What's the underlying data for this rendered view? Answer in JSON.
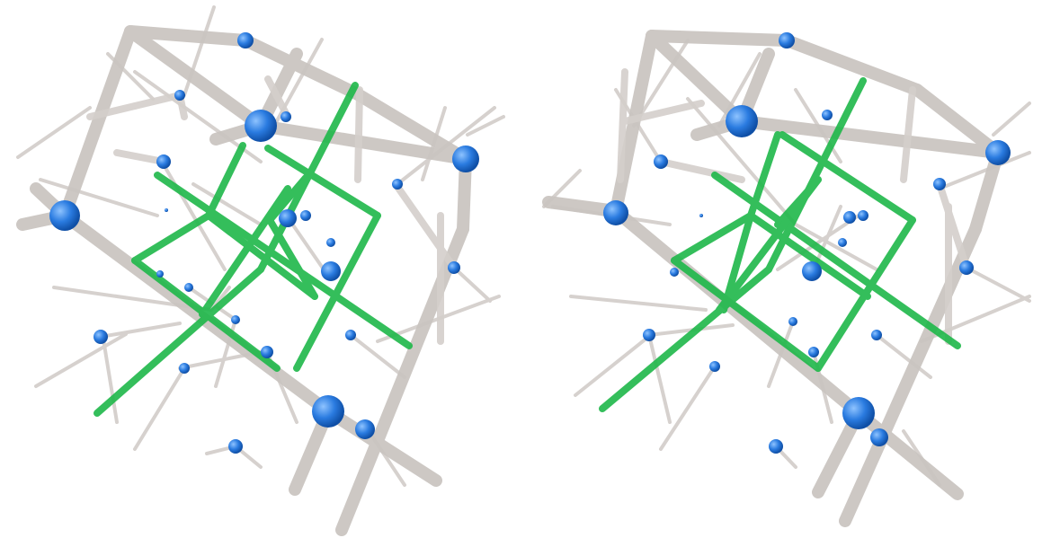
{
  "figure": {
    "description_visible_text": "",
    "panels": [
      {
        "id": "left",
        "kind": "3d-lattice-render"
      },
      {
        "id": "right",
        "kind": "3d-lattice-render"
      }
    ],
    "colors": {
      "background": "#ffffff",
      "frame_rods": "#c9c4c0",
      "frame_rods_highlight": "#e8e4e1",
      "green_rods": "#1fb84a",
      "green_rods_light": "#7fe09a",
      "nodes": "#1f6fd6",
      "nodes_highlight": "#8ec3ff"
    }
  }
}
